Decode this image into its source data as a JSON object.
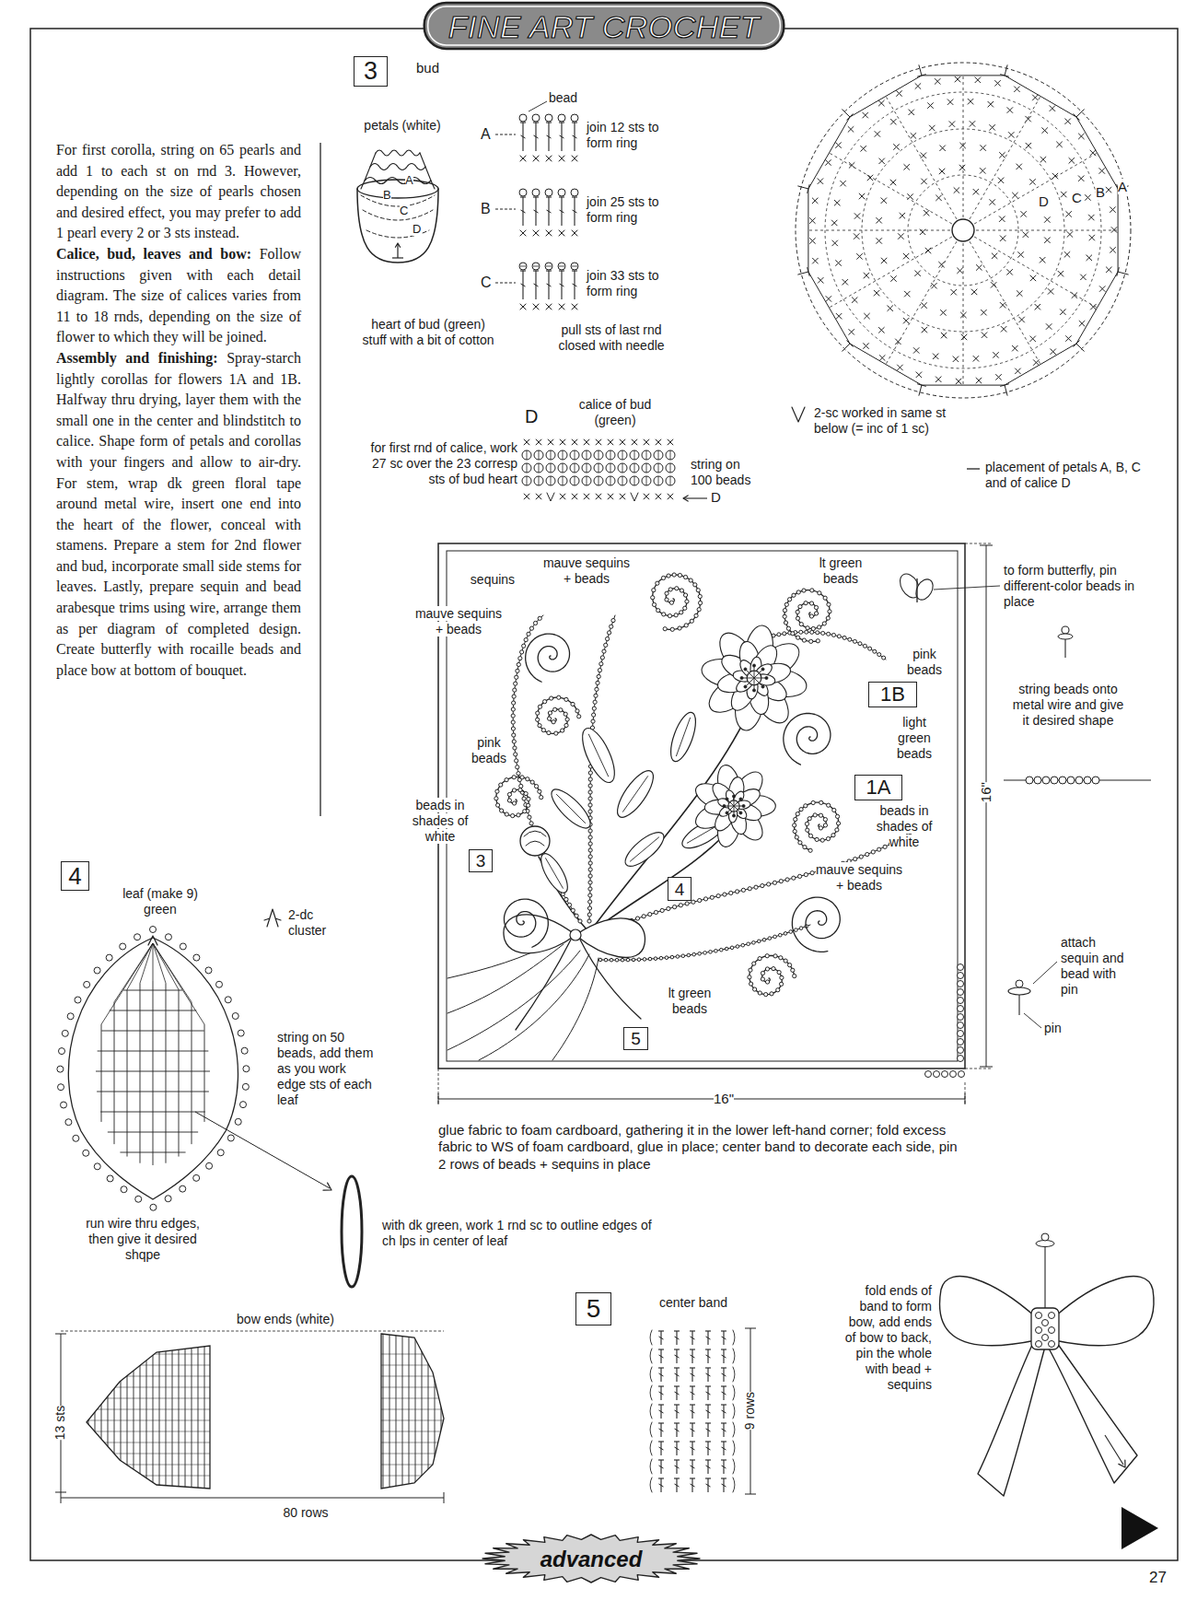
{
  "diagram": {
    "title": "FINE ART CROCHET",
    "nodes": [
      {
        "text": [
          "3"
        ]
      },
      {
        "text": [
          "1B"
        ]
      },
      {
        "text": [
          "1A"
        ]
      },
      {
        "text": [
          "3"
        ]
      },
      {
        "text": [
          "4"
        ]
      },
      {
        "text": [
          "5"
        ]
      },
      {
        "text": [
          "4"
        ]
      },
      {
        "text": [
          "5"
        ]
      }
    ],
    "labels": [
      "For first corolla, string on 65 pearls and add 1 to each st on rnd 3. However, depending on the size of pearls chosen and desired effect, you may prefer to add 1 pearl every 2 or 3 sts instead.",
      "Calice, bud, leaves and bow:",
      "Follow instructions given with each detail diagram. The size of calices varies from 11 to 18 rnds, depending on the size of flower to which they will be joined.",
      "Assembly and finishing:",
      "Spray-starch lightly corollas for flowers 1A and 1B. Halfway thru drying, layer them with the small one in the center and blindstitch to calice. Shape form of petals and corollas with your fingers and allow to air-dry. For stem, wrap dk green floral tape around metal wire, insert one end into the heart of the flower, conceal with stamens. Prepare a stem for 2nd flower and bud, incorporate small side stems for leaves. Lastly, prepare sequin and bead arabesque trims using wire, arrange them as per diagram of completed design. Create butterfly with rocaille beads and place bow at bottom of bouquet.",
      "bud",
      "petals (white)",
      "A",
      "B",
      "C",
      "D",
      "bead",
      "A",
      "join 12 sts to form ring",
      "B",
      "join 25 sts to form ring",
      "C",
      "join 33 sts to form ring",
      "heart of bud (green) stuff with a bit of cotton",
      "pull sts of last rnd closed with needle",
      "D",
      "calice of bud (green)",
      "for first rnd of calice, work 27 sc over the 23 corresp sts of bud heart",
      "string on 100 beads",
      "D",
      "D",
      "C",
      "B",
      "A",
      "2-sc worked in same st below (= inc of 1 sc)",
      "placement of petals A, B, C and of calice D",
      "sequins",
      "mauve sequins + beads",
      "mauve sequins + beads",
      "lt green beads",
      "pink beads",
      "light green beads",
      "pink beads",
      "beads in shades of white",
      "beads in shades of white",
      "mauve sequins + beads",
      "lt green beads",
      "16\"",
      "16\"",
      "to form butterfly, pin different-color beads in place",
      "string beads onto metal wire and give it desired shape",
      "attach sequin and bead with pin",
      "pin",
      "glue fabric to foam cardboard, gathering it in the lower left-hand corner; fold excess fabric to WS of foam cardboard, glue in place; center band to decorate each side, pin 2 rows of beads + sequins in place",
      "leaf (make 9) green",
      "2-dc cluster",
      "string on 50 beads, add them as you work edge sts of each leaf",
      "run wire thru edges, then give it desired shqpe",
      "with dk green, work 1 rnd sc to outline edges of ch lps in center of leaf",
      "bow ends (white)",
      "13 sts",
      "80 rows",
      "center band",
      "9 rows",
      "fold ends of band to form bow, add ends of bow to back, pin the whole with bead + sequins",
      "advanced",
      "27"
    ]
  }
}
